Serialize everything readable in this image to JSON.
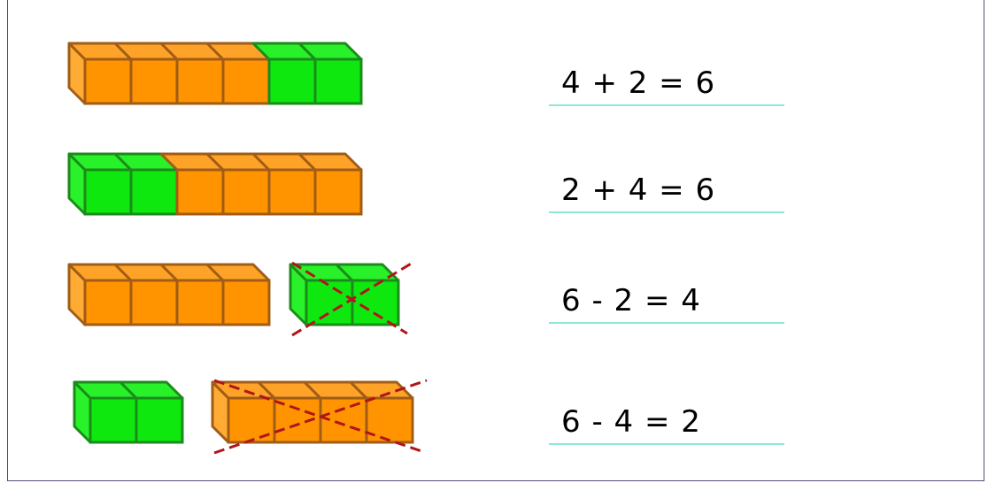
{
  "colors": {
    "orange_face": "#ff9400",
    "orange_top": "#ffa328",
    "orange_side": "#ffab34",
    "orange_edge": "#a15d16",
    "green_face": "#0fe80f",
    "green_top": "#29f129",
    "green_side": "#2af22a",
    "green_edge": "#1b8c1b",
    "cross": "#b0151a",
    "underline": "#8ee8d8",
    "frame": "#5a4a7a"
  },
  "rows": [
    {
      "equation": "4 + 2 = 6",
      "groups": [
        {
          "colors": [
            "orange",
            "orange",
            "orange",
            "orange",
            "green",
            "green"
          ],
          "crossed": false
        }
      ]
    },
    {
      "equation": "2 + 4 = 6",
      "groups": [
        {
          "colors": [
            "green",
            "green",
            "orange",
            "orange",
            "orange",
            "orange"
          ],
          "crossed": false
        }
      ]
    },
    {
      "equation": "6 - 2 = 4",
      "groups": [
        {
          "colors": [
            "orange",
            "orange",
            "orange",
            "orange"
          ],
          "crossed": false
        },
        {
          "colors": [
            "green",
            "green"
          ],
          "crossed": true
        }
      ]
    },
    {
      "equation": "6 - 4 = 2",
      "groups": [
        {
          "colors": [
            "green",
            "green"
          ],
          "crossed": false
        },
        {
          "colors": [
            "orange",
            "orange",
            "orange",
            "orange"
          ],
          "crossed": true
        }
      ]
    }
  ]
}
